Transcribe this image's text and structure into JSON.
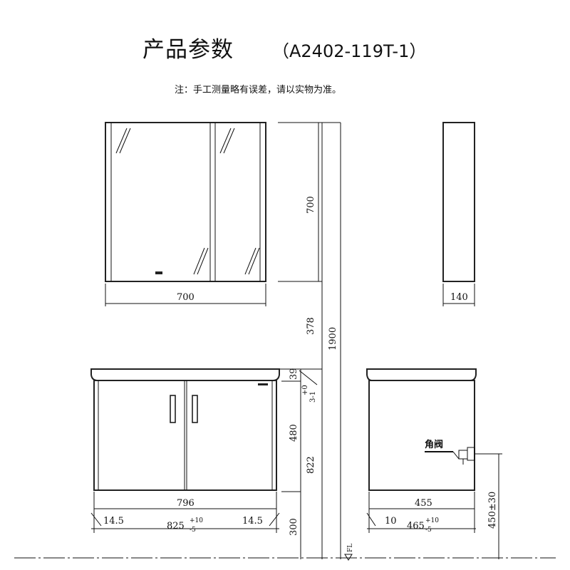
{
  "header": {
    "title_main": "产品参数",
    "title_model": "（A2402-119T-1）",
    "note": "注：手工测量略有误差，请以实物为准。"
  },
  "mirror_cabinet": {
    "width": "700",
    "height": "700",
    "depth": "140"
  },
  "vertical": {
    "gap": "378",
    "total": "1900",
    "basin_thickness": "39",
    "basin_tol": "+0",
    "basin_sub": "3-1",
    "cabinet_height": "480",
    "floor_to_top": "822",
    "floor_clearance": "300",
    "floor_mark": "FL"
  },
  "vanity": {
    "cabinet_width": "796",
    "side_left": "14.5",
    "side_right": "14.5",
    "basin_width": "825",
    "basin_tol_upper": "+10",
    "basin_tol_lower": "-5"
  },
  "side_view": {
    "cabinet_depth": "455",
    "offset": "10",
    "basin_depth": "465",
    "basin_tol_upper": "+10",
    "basin_tol_lower": "-5",
    "valve_label": "角阀",
    "valve_height": "450±30"
  }
}
